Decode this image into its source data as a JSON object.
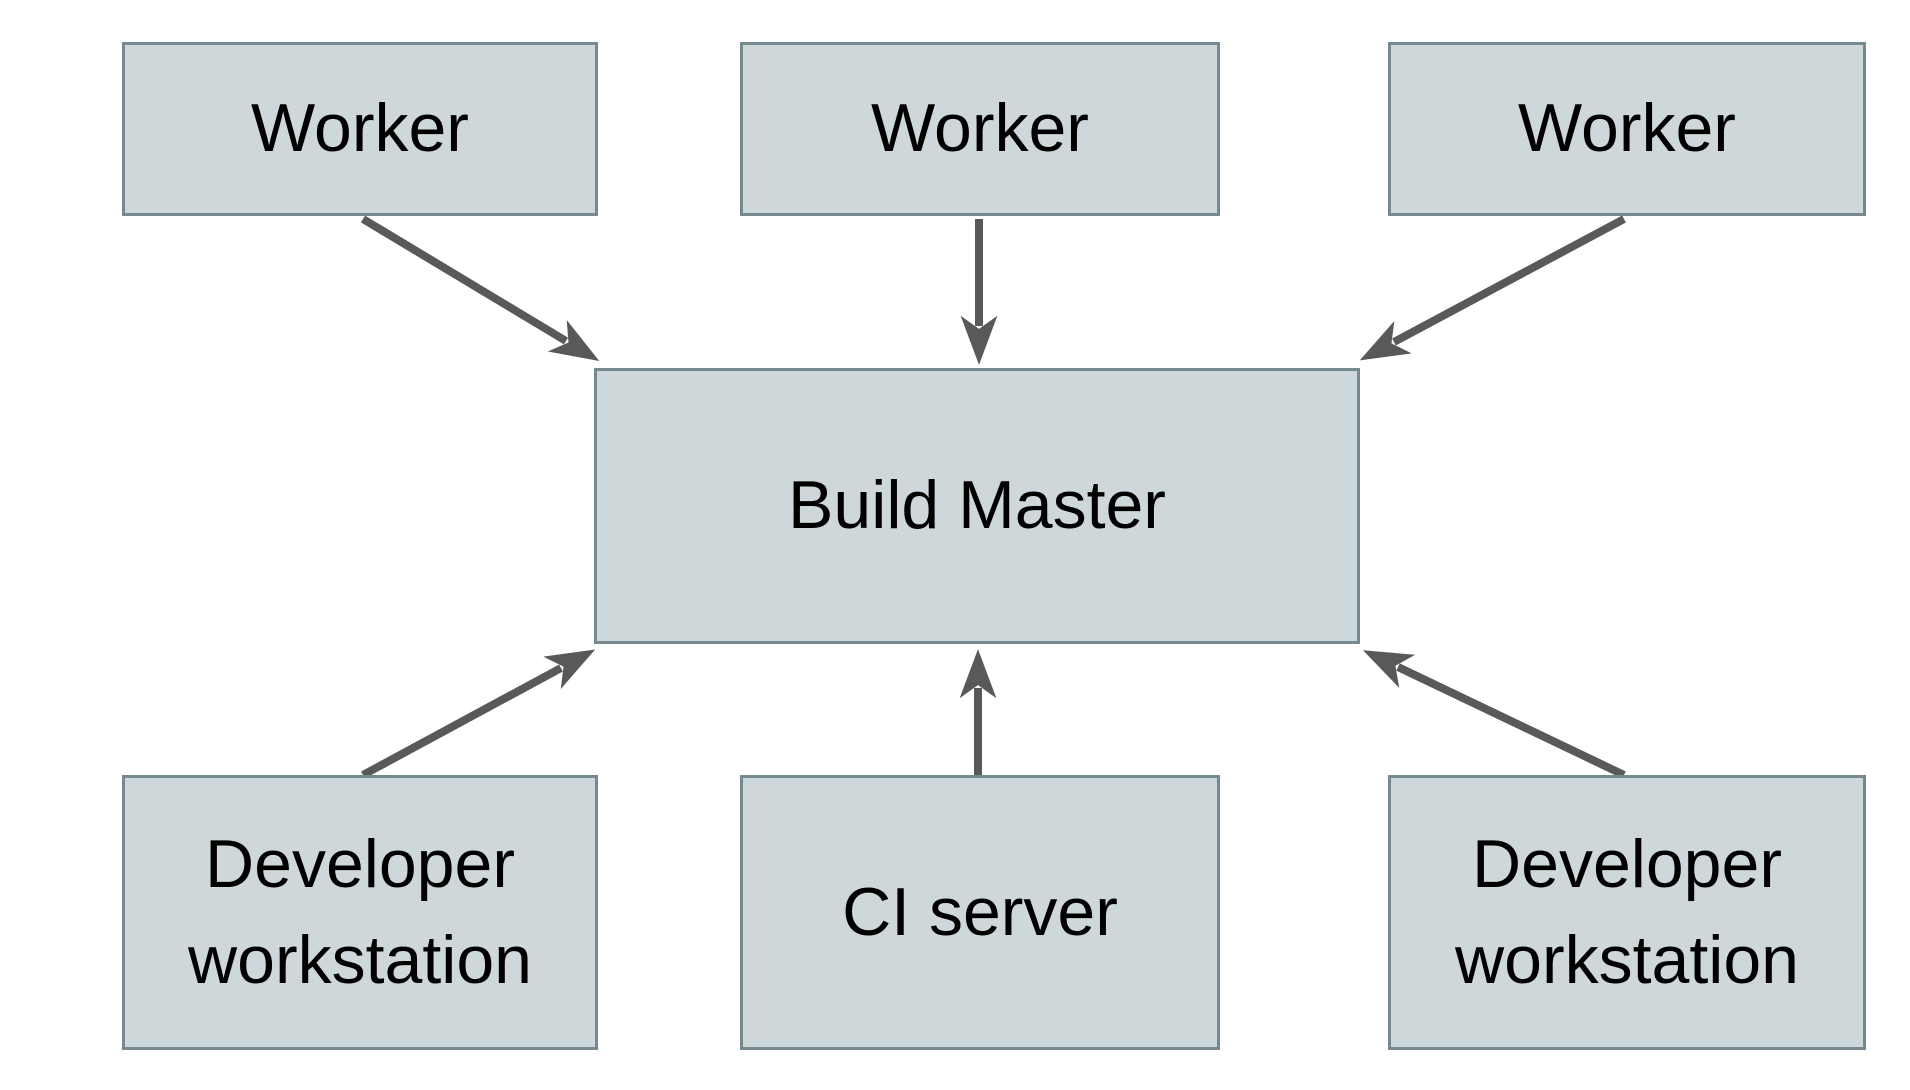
{
  "diagram": {
    "nodes": {
      "worker_top_left": {
        "label": "Worker"
      },
      "worker_top_middle": {
        "label": "Worker"
      },
      "worker_top_right": {
        "label": "Worker"
      },
      "build_master": {
        "label": "Build Master"
      },
      "dev_workstation_left": {
        "label": "Developer workstation"
      },
      "ci_server": {
        "label": "CI server"
      },
      "dev_workstation_right": {
        "label": "Developer workstation"
      }
    },
    "edges": [
      {
        "from": "worker_top_left",
        "to": "build_master"
      },
      {
        "from": "worker_top_middle",
        "to": "build_master"
      },
      {
        "from": "worker_top_right",
        "to": "build_master"
      },
      {
        "from": "dev_workstation_left",
        "to": "build_master"
      },
      {
        "from": "ci_server",
        "to": "build_master"
      },
      {
        "from": "dev_workstation_right",
        "to": "build_master"
      }
    ],
    "colors": {
      "background": "#ffffff",
      "node_fill": "#ced8da",
      "node_border": "#75898f",
      "arrow": "#595959",
      "text": "#000000"
    }
  }
}
